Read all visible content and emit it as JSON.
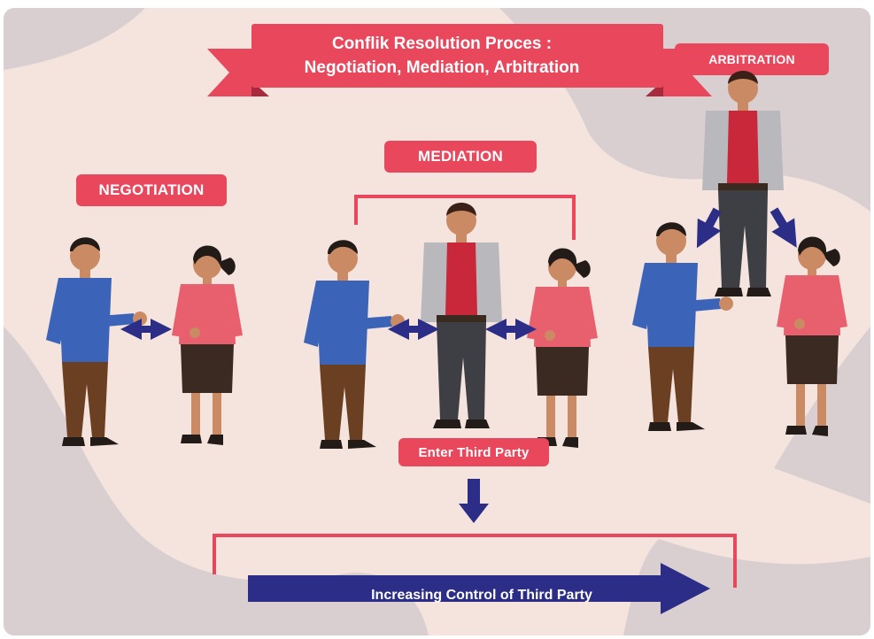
{
  "title": {
    "line1": "Conflik Resolution Proces :",
    "line2": "Negotiation, Mediation, Arbitration"
  },
  "labels": {
    "negotiation": "NEGOTIATION",
    "mediation": "MEDIATION",
    "arbitration": "ARBITRATION",
    "enter_third_party": "Enter Third Party",
    "increasing_control": "Increasing Control of Third Party"
  },
  "colors": {
    "accent_red": "#e8475c",
    "arrow_navy": "#2b2d86",
    "background": "#f5e3de",
    "shape_grey": "#d9cfd1"
  }
}
